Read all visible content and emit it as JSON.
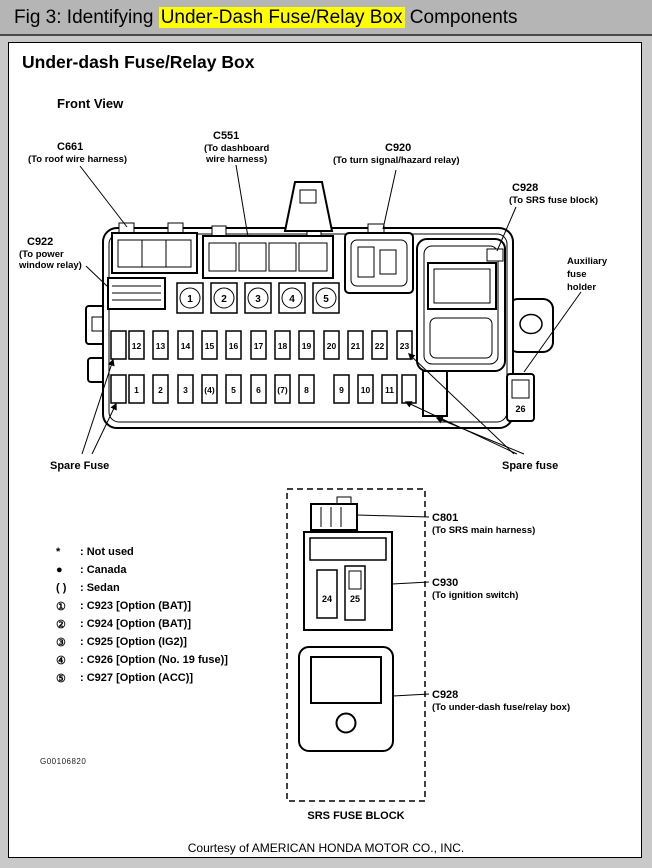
{
  "header": {
    "prefix": "Fig 3: Identifying ",
    "highlight": "Under-Dash Fuse/Relay Box",
    "suffix": " Components"
  },
  "colors": {
    "highlight": "#ffff00",
    "caption_bg": "#b5b5b5"
  },
  "title": "Under-dash Fuse/Relay Box",
  "view_label": "Front View",
  "labels": {
    "c661": {
      "code": "C661",
      "desc": [
        "(To roof wire harness)"
      ]
    },
    "c551": {
      "code": "C551",
      "desc": [
        "(To dashboard",
        "wire harness)"
      ]
    },
    "c920": {
      "code": "C920",
      "desc": [
        "(To turn signal/hazard relay)"
      ]
    },
    "c928_top": {
      "code": "C928",
      "desc": [
        "(To SRS fuse block)"
      ]
    },
    "c922": {
      "code": "C922",
      "desc": [
        "(To power",
        "window relay)"
      ]
    },
    "aux": [
      "Auxiliary",
      "fuse",
      "holder"
    ],
    "spare_left": "Spare Fuse",
    "spare_right": "Spare fuse"
  },
  "fuses": {
    "top": [
      "12",
      "13",
      "14",
      "15",
      "16",
      "17",
      "18",
      "19",
      "20",
      "21",
      "22",
      "23"
    ],
    "bottom": [
      "1",
      "2",
      "3",
      "(4)",
      "5",
      "6",
      "(7)",
      "8",
      "9",
      "10",
      "11"
    ],
    "aux": "26",
    "circles": [
      "1",
      "2",
      "3",
      "4",
      "5"
    ]
  },
  "legend": {
    "items": [
      {
        "symbol": "*",
        "text": ": Not used"
      },
      {
        "symbol": "●",
        "text": ": Canada"
      },
      {
        "symbol": "( )",
        "text": ": Sedan"
      },
      {
        "symbol": "①",
        "text": ": C923 [Option (BAT)]"
      },
      {
        "symbol": "②",
        "text": ": C924 [Option (BAT)]"
      },
      {
        "symbol": "③",
        "text": ": C925 [Option (IG2)]"
      },
      {
        "symbol": "④",
        "text": ": C926 [Option (No. 19 fuse)]"
      },
      {
        "symbol": "⑤",
        "text": ": C927 [Option (ACC)]"
      }
    ]
  },
  "srs": {
    "title": "SRS FUSE BLOCK",
    "c801": {
      "code": "C801",
      "desc": [
        "(To SRS main harness)"
      ]
    },
    "c930": {
      "code": "C930",
      "desc": [
        "(To ignition switch)"
      ]
    },
    "c928": {
      "code": "C928",
      "desc": [
        "(To under-dash fuse/relay box)"
      ]
    },
    "fuse24": "24",
    "fuse25": "25"
  },
  "part_code": "G00106820",
  "footer": "Courtesy of AMERICAN HONDA MOTOR CO., INC."
}
